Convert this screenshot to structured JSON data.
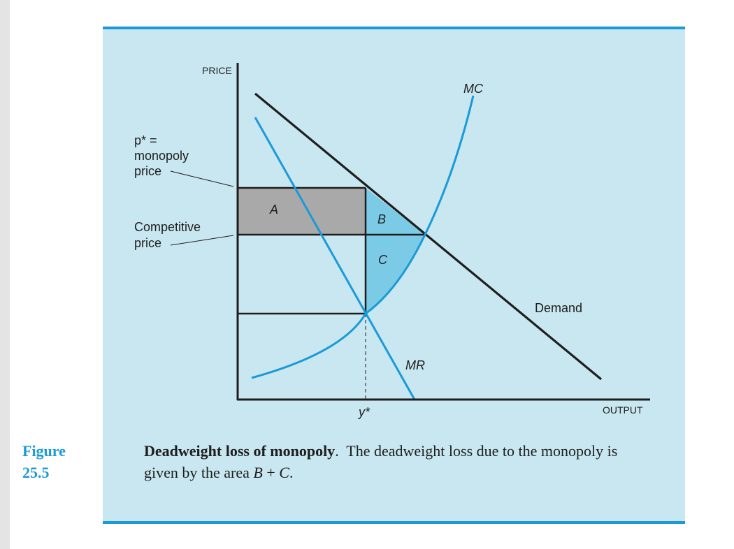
{
  "figure": {
    "number_word": "Figure",
    "number_value": "25.5"
  },
  "caption": {
    "title": "Deadweight loss of monopoly",
    "title_suffix": ".",
    "text_part1": "The deadweight loss due to the monopoly is given by the area ",
    "math_b": "B",
    "math_plus": " + ",
    "math_c": "C",
    "text_end": "."
  },
  "diagram": {
    "axes": {
      "y_label": "PRICE",
      "x_label": "OUTPUT",
      "quantity_label": "y*"
    },
    "annotations": {
      "monopoly_price": [
        "p* =",
        "monopoly",
        "price"
      ],
      "competitive_price": [
        "Competitive",
        "price"
      ]
    },
    "curves": {
      "mc": "MC",
      "demand": "Demand",
      "mr": "MR"
    },
    "areas": {
      "a": "A",
      "b": "B",
      "c": "C"
    },
    "colors": {
      "panel_background": "#c9e7f1",
      "accent_blue": "#1a9ad6",
      "area_a_fill": "#a9a9a9",
      "area_bc_fill": "#7ccbe6",
      "axis_black": "#1e1e1e"
    }
  }
}
